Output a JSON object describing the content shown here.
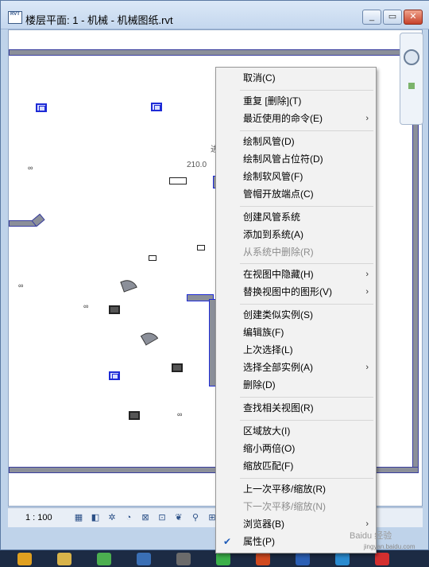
{
  "window": {
    "title": "楼层平面: 1 - 机械 - 机械图纸.rvt",
    "app_icon_text": "RVT",
    "minimize": "_",
    "restore": "▭",
    "close": "✕"
  },
  "canvas": {
    "label_partial": "进",
    "dimension": "210.0"
  },
  "status": {
    "scale": "1 : 100"
  },
  "context_menu": {
    "items": [
      {
        "label": "取消(C)",
        "disabled": false,
        "submenu": false
      },
      {
        "label": "重复 [删除](T)",
        "disabled": false,
        "submenu": false
      },
      {
        "label": "最近使用的命令(E)",
        "disabled": false,
        "submenu": true
      },
      {
        "label": "绘制风管(D)",
        "disabled": false,
        "submenu": false
      },
      {
        "label": "绘制风管占位符(D)",
        "disabled": false,
        "submenu": false
      },
      {
        "label": "绘制软风管(F)",
        "disabled": false,
        "submenu": false
      },
      {
        "label": "管帽开放端点(C)",
        "disabled": false,
        "submenu": false
      },
      {
        "label": "创建风管系统",
        "disabled": false,
        "submenu": false
      },
      {
        "label": "添加到系统(A)",
        "disabled": false,
        "submenu": false
      },
      {
        "label": "从系统中删除(R)",
        "disabled": true,
        "submenu": false
      },
      {
        "label": "在视图中隐藏(H)",
        "disabled": false,
        "submenu": true
      },
      {
        "label": "替换视图中的图形(V)",
        "disabled": false,
        "submenu": true
      },
      {
        "label": "创建类似实例(S)",
        "disabled": false,
        "submenu": false
      },
      {
        "label": "编辑族(F)",
        "disabled": false,
        "submenu": false
      },
      {
        "label": "上次选择(L)",
        "disabled": false,
        "submenu": false
      },
      {
        "label": "选择全部实例(A)",
        "disabled": false,
        "submenu": true
      },
      {
        "label": "删除(D)",
        "disabled": false,
        "submenu": false
      },
      {
        "label": "查找相关视图(R)",
        "disabled": false,
        "submenu": false
      },
      {
        "label": "区域放大(I)",
        "disabled": false,
        "submenu": false
      },
      {
        "label": "缩小两倍(O)",
        "disabled": false,
        "submenu": false
      },
      {
        "label": "缩放匹配(F)",
        "disabled": false,
        "submenu": false
      },
      {
        "label": "上一次平移/缩放(R)",
        "disabled": false,
        "submenu": false
      },
      {
        "label": "下一次平移/缩放(N)",
        "disabled": true,
        "submenu": false
      },
      {
        "label": "浏览器(B)",
        "disabled": false,
        "submenu": true
      },
      {
        "label": "属性(P)",
        "disabled": false,
        "submenu": false,
        "checked": true
      }
    ]
  },
  "watermark": {
    "line1": "Baidu 经验",
    "line2": "jingyan.baidu.com"
  },
  "colors": {
    "duct_outline": "#1e2bd6",
    "duct_fill": "#8b8f99",
    "menu_bg": "#f2f2f2"
  }
}
